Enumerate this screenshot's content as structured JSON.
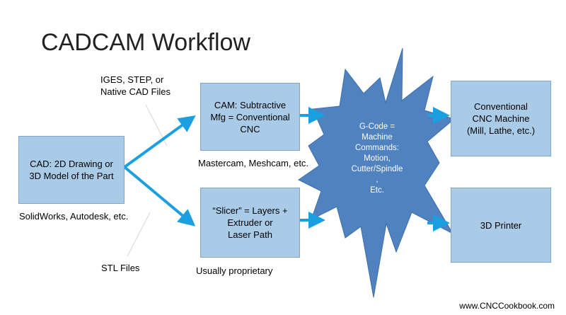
{
  "title": "CADCAM Workflow",
  "boxes": {
    "cad": "CAD:  2D Drawing or\n3D Model of the Part",
    "cam": "CAM: Subtractive\nMfg = Conventional\nCNC",
    "slicer": "“Slicer” = Layers +\nExtruder or\nLaser Path",
    "cnc": "Conventional\nCNC Machine\n(Mill, Lathe, etc.)",
    "printer": "3D Printer"
  },
  "gcode": "G-Code =\nMachine\nCommands:\nMotion,\nCutter/Spindle\n,\nEtc.",
  "labels": {
    "iges": "IGES, STEP, or\nNative CAD Files",
    "stl": "STL Files",
    "cad_sw": "SolidWorks, Autodesk, etc.",
    "cam_sw": "Mastercam, Meshcam, etc.",
    "slicer_sw": "Usually proprietary"
  },
  "footer": "www.CNCCookbook.com",
  "colors": {
    "box_fill": "#a9cbe8",
    "arrow": "#1aa0e0",
    "star": "#4f82bf"
  }
}
